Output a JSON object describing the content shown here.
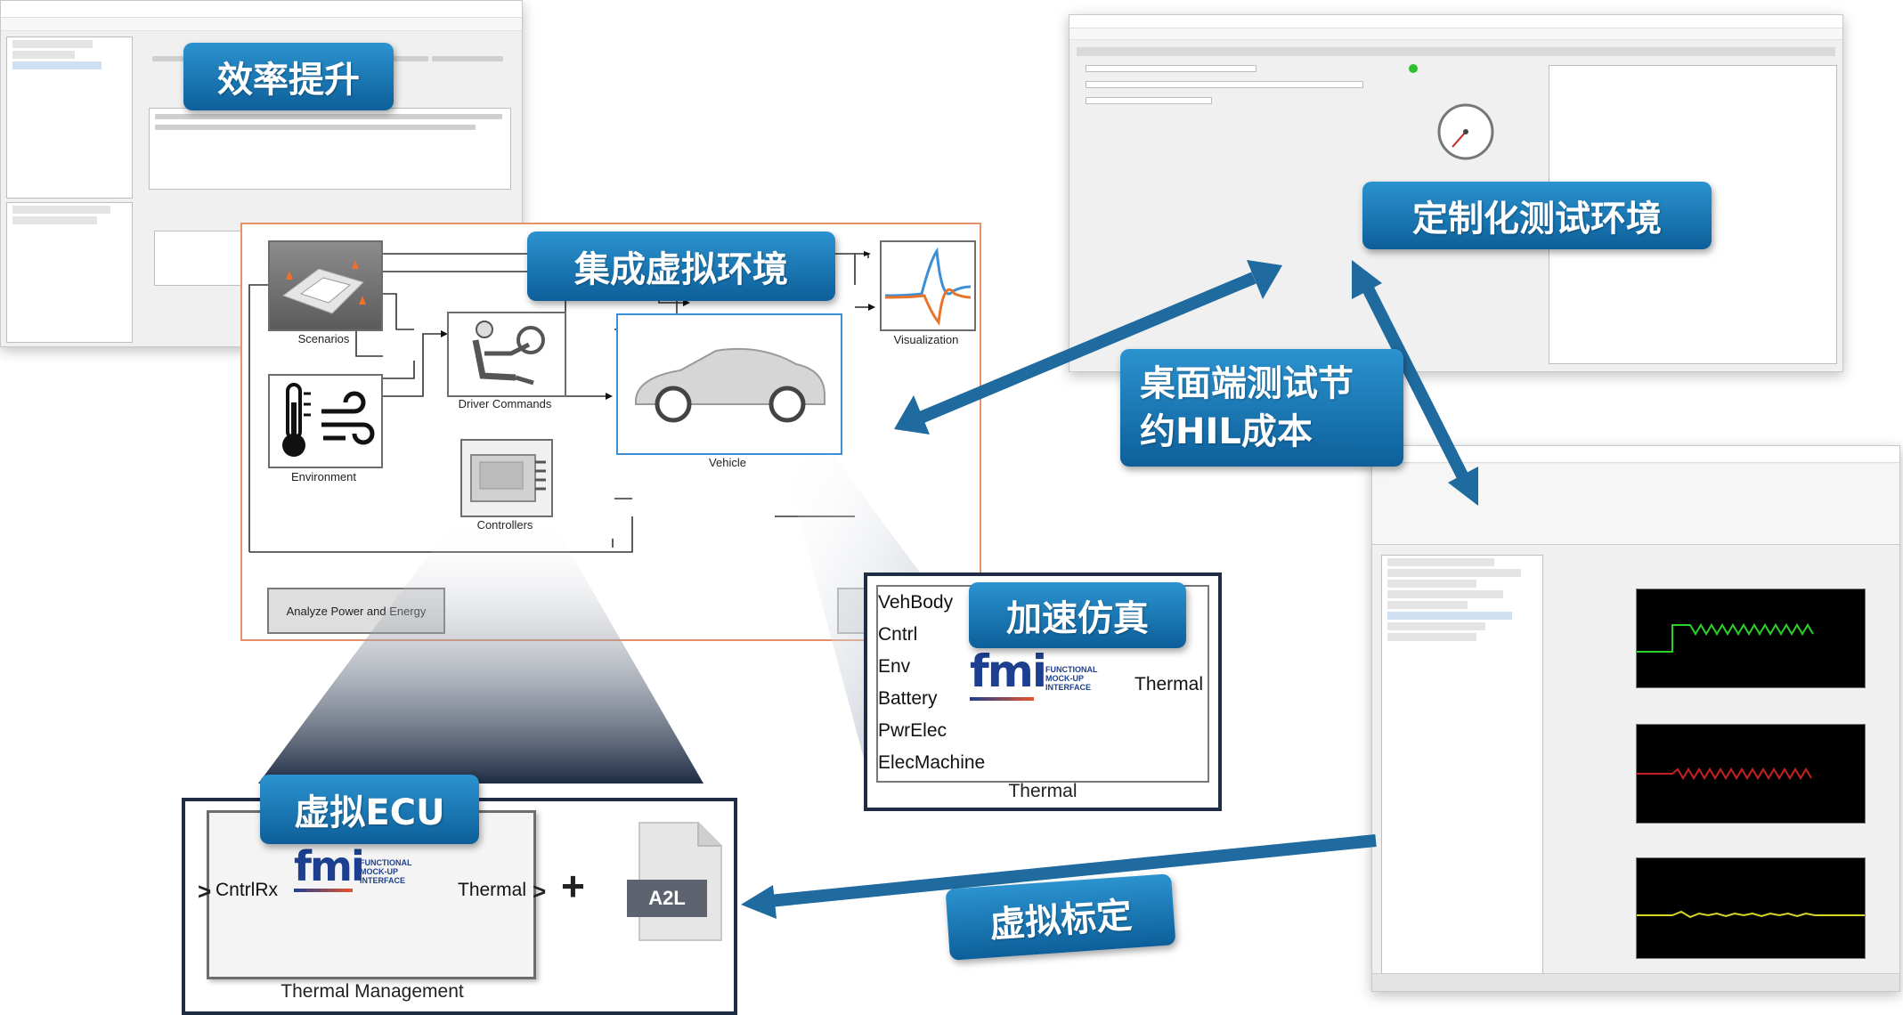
{
  "callouts": {
    "efficiency": "效率提升",
    "integrated_env": "集成虚拟环境",
    "custom_env": "定制化测试环境",
    "desktop_hil": "桌面端测试节\n约HIL成本",
    "accelerate": "加速仿真",
    "virtual_ecu": "虚拟ECU",
    "virtual_calibration": "虚拟标定"
  },
  "model_blocks": {
    "scenarios": "Scenarios",
    "driver_commands": "Driver Commands",
    "environment": "Environment",
    "controllers": "Controllers",
    "vehicle": "Vehicle",
    "visualization": "Visualization",
    "analyze_button": "Analyze Power and Energy"
  },
  "thermal_block": {
    "inputs": [
      "VehBody",
      "Cntrl",
      "Env",
      "Battery",
      "PwrElec",
      "ElecMachine"
    ],
    "output": "Thermal",
    "caption": "Thermal"
  },
  "ecu_block": {
    "input": "CntrlRx",
    "output": "Thermal",
    "caption": "Thermal Management",
    "plus": "+",
    "a2l": "A2L"
  },
  "fmi": {
    "logo": "fmi",
    "tagline": "FUNCTIONAL MOCK-UP INTERFACE"
  },
  "colors": {
    "callout_top": "#2b93cf",
    "callout_bottom": "#0d5f9a",
    "arrow": "#1f6a9e",
    "model_border": "#e8906a",
    "block_border": "#1e2c44",
    "vehicle_border": "#3a8fd6",
    "fmi_blue": "#1d3f8f",
    "fmi_orange": "#e8542a",
    "signal_green": "#2bd12b",
    "signal_red": "#c82020",
    "signal_yellow": "#d6d624"
  }
}
